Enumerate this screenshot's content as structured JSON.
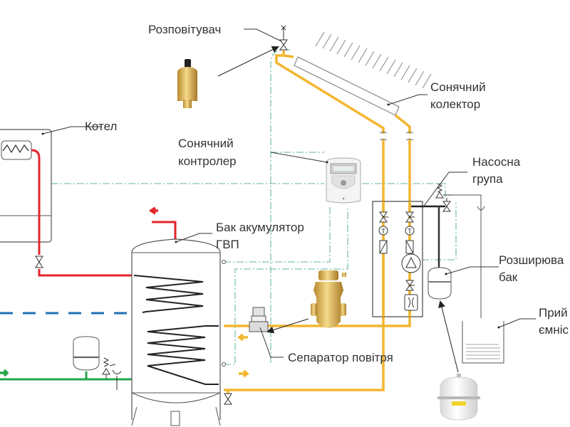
{
  "diagram": {
    "title": "Solar hot water system schematic",
    "labels": {
      "air_vent": "Розповітувач",
      "solar_collector_1": "Сонячний",
      "solar_collector_2": "колектор",
      "boiler": "Котел",
      "solar_controller_1": "Сонячний",
      "solar_controller_2": "контролер",
      "pump_group_1": "Насосна",
      "pump_group_2": "група",
      "tank_1": "Бак акумулятор",
      "tank_2": "ГВП",
      "expansion_tank_1": "Розширюва",
      "expansion_tank_2": "бак",
      "air_separator": "Сепаратор повітря",
      "receiving_vessel_1": "Прий",
      "receiving_vessel_2": "ємніс"
    },
    "pump_group_symbols": {
      "thermometer": "T"
    },
    "colors": {
      "solar_loop": "#f2b630",
      "boiler_loop": "#e3262b",
      "cold_water": "#22a84a",
      "dashed_blue": "#1f6fb5",
      "control_wire": "#7fc4b4",
      "outline": "#555555",
      "label_text": "#333333",
      "brass": "#d4a94a"
    }
  }
}
